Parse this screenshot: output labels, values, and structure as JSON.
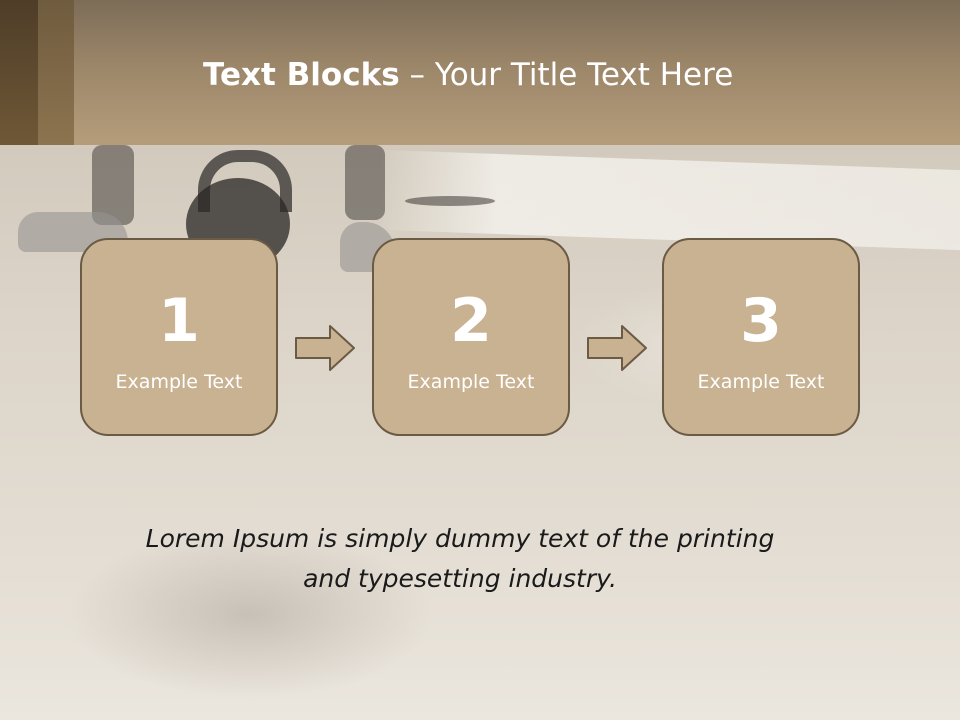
{
  "slide": {
    "title_bold": "Text Blocks",
    "title_separator": " – ",
    "title_rest": "Your Title Text Here",
    "steps": [
      {
        "number": "1",
        "label": "Example Text"
      },
      {
        "number": "2",
        "label": "Example Text"
      },
      {
        "number": "3",
        "label": "Example Text"
      }
    ],
    "caption_line1": "Lorem Ipsum is simply dummy text of the printing",
    "caption_line2": "and typesetting industry."
  },
  "colors": {
    "header": "#a48c6c",
    "box_fill": "#c8b292",
    "box_border": "#6b5a44",
    "arrow_fill": "#c8b292"
  },
  "icons": {
    "arrow": "right-arrow-icon"
  }
}
